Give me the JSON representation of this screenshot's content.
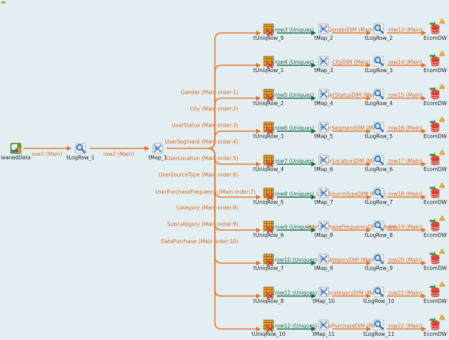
{
  "canvas": {
    "background": "#e3eef2",
    "colors": {
      "main_flow": "#e8711f",
      "uniques_flow": "#0f6b3a",
      "label_orange": "#d9691e",
      "node_label": "#1c1c1c",
      "warning": "#f2b705",
      "db_red": "#d8362a"
    }
  },
  "source": {
    "name": "leanedData",
    "icon": "input-file-icon",
    "row_label": "row1 (Main)"
  },
  "log_first": {
    "name": "tLogRow_1",
    "row_label": "row2 (Main)"
  },
  "map_main": {
    "name": "tMap_1",
    "outputs": [
      "Gender (Main order:1)",
      "City (Main order:2)",
      "UserStatus (Main order:3)",
      "UserSegment (Main order:4)",
      "UserLocation (Main order:5)",
      "UserSourceType (Main order:6)",
      "UserPurchaseFrequency (Main order:7)",
      "Category (Main order:8)",
      "Subcategory (Main order:9)",
      "DatePurchase (Main order:10)"
    ]
  },
  "branches": [
    {
      "uniq": "tUniqRow_9",
      "uniq_flow": "row3 (Uniques)",
      "map": "tMap_2",
      "dim_flow": "GenderDIM (Main)",
      "log": "tLogRow_2",
      "out_flow": "row13 (Main)",
      "target": "EcomDW"
    },
    {
      "uniq": "tUniqRow_1",
      "uniq_flow": "row4 (Uniques)",
      "map": "tMap_3",
      "dim_flow": "CityDIM (Main)",
      "log": "tLogRow_3",
      "out_flow": "row14 (Main)",
      "target": "EcomDW"
    },
    {
      "uniq": "tUniqRow_2",
      "uniq_flow": "row5 (Uniques)",
      "map": "tMap_4",
      "dim_flow": "UserStatusDIM (Main)",
      "log": "tLogRow_4",
      "out_flow": "row15 (Main)",
      "target": "EcomDW"
    },
    {
      "uniq": "tUniqRow_3",
      "uniq_flow": "row6 (Uniques)",
      "map": "tMap_5",
      "dim_flow": "UserSegmentDIM (Main)",
      "log": "tLogRow_5",
      "out_flow": "row16 (Main)",
      "target": "EcomDW"
    },
    {
      "uniq": "tUniqRow_4",
      "uniq_flow": "row7 (Uniques)",
      "map": "tMap_6",
      "dim_flow": "UserLocationDIM (Main)",
      "log": "tLogRow_6",
      "out_flow": "row17 (Main)",
      "target": "EcomDW"
    },
    {
      "uniq": "tUniqRow_5",
      "uniq_flow": "row8 (Uniques)",
      "map": "tMap_7",
      "dim_flow": "UserSourceTypeDIM (Main)",
      "log": "tLogRow_7",
      "out_flow": "row18 (Main)",
      "target": "EcomDW"
    },
    {
      "uniq": "tUniqRow_6",
      "uniq_flow": "row9 (Uniques)",
      "map": "tMap_8",
      "dim_flow": "UserPurchaseFrequencyDIM (Main)",
      "log": "tLogRow_8",
      "out_flow": "row19 (Main)",
      "target": "EcomDW"
    },
    {
      "uniq": "tUniqRow_7",
      "uniq_flow": "row10 (Uniques)",
      "map": "tMap_9",
      "dim_flow": "CategoryDIM (Main)",
      "log": "tLogRow_9",
      "out_flow": "row20 (Main)",
      "target": "EcomDW"
    },
    {
      "uniq": "tUniqRow_8",
      "uniq_flow": "row11 (Uniques)",
      "map": "tMap_10",
      "dim_flow": "SubcategoryDIM (Main)",
      "log": "tLogRow_10",
      "out_flow": "row21 (Main)",
      "target": "EcomDW"
    },
    {
      "uniq": "tUniqRow_10",
      "uniq_flow": "row12 (Uniques)",
      "map": "tMap_11",
      "dim_flow": "DatePurchaseDIM (Main)",
      "log": "tLogRow_11",
      "out_flow": "row22 (Main)",
      "target": "EcomDW"
    }
  ]
}
